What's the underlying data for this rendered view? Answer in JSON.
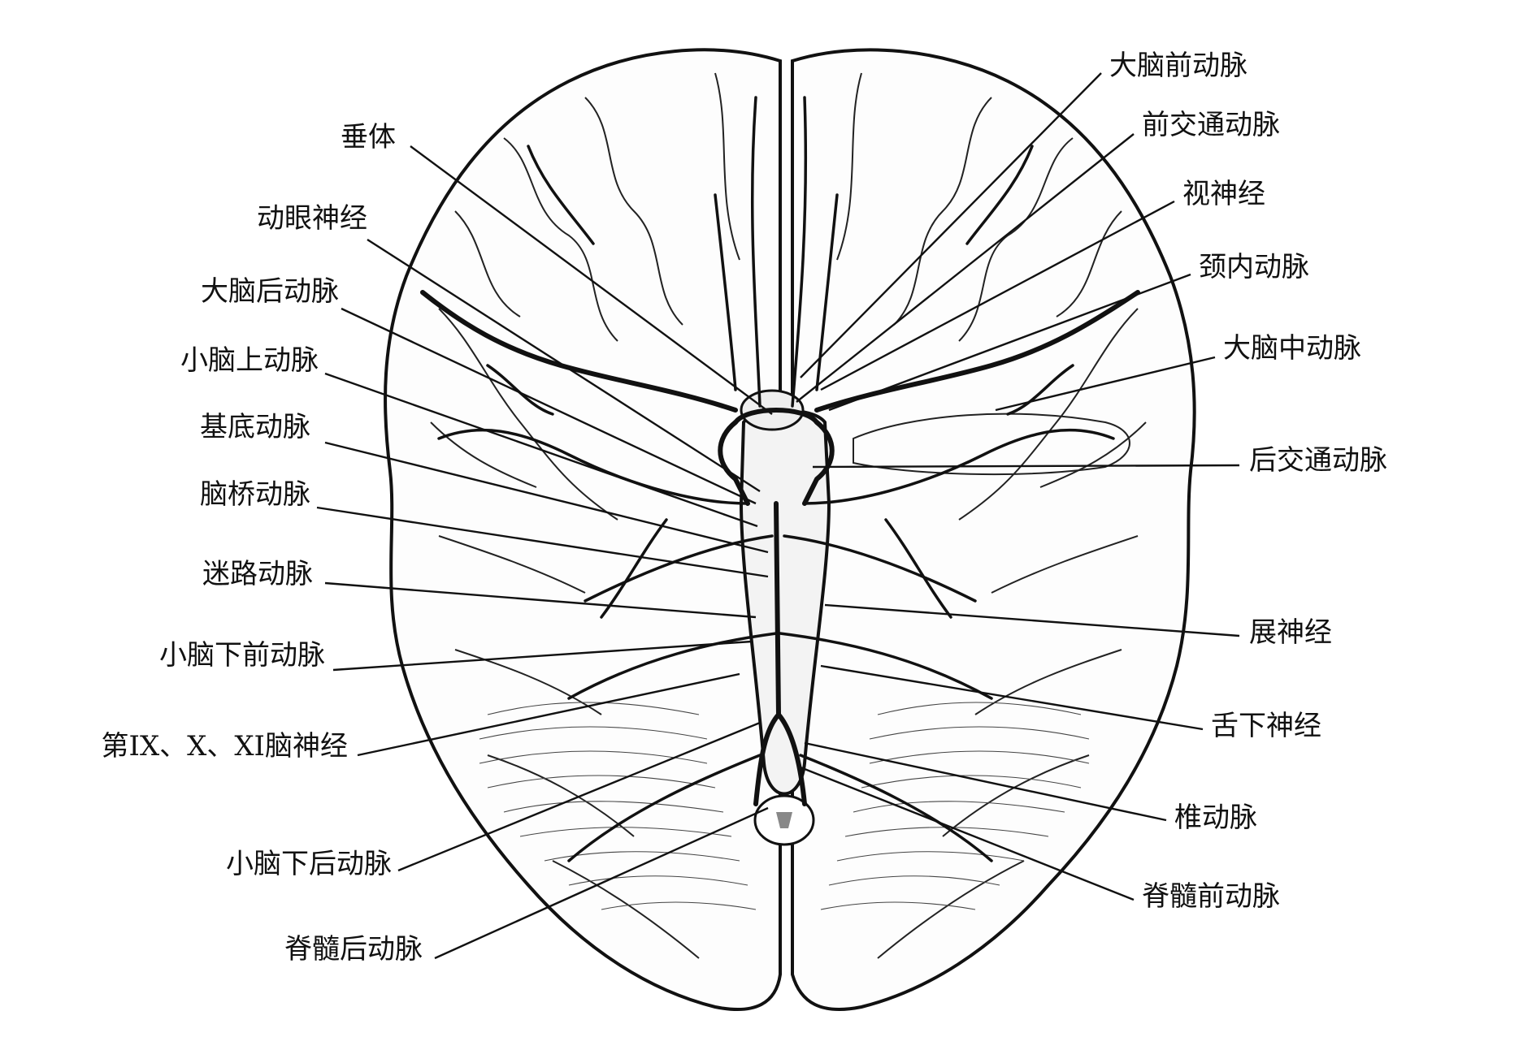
{
  "labels": {
    "chuiti": "垂体",
    "dongyanshenjing": "动眼神经",
    "danaohoudongmai": "大脑后动脉",
    "xiaonaoshangdongmai": "小脑上动脉",
    "jidi_dongmai": "基底动脉",
    "naoqiaodongmai": "脑桥动脉",
    "milu_dongmai": "迷路动脉",
    "xiaonaoxiaqian": "小脑下前动脉",
    "naoshenjing_9_10_11": "第IX、X、XI脑神经",
    "xiaonaoxiahou": "小脑下后动脉",
    "jisuihou": "脊髓后动脉",
    "danaoqian": "大脑前动脉",
    "qianjiaotong": "前交通动脉",
    "shishenjing": "视神经",
    "jingnei": "颈内动脉",
    "danaozhong": "大脑中动脉",
    "houjiaotong": "后交通动脉",
    "zhanshenjing": "展神经",
    "shexiashenjing": "舌下神经",
    "zhuidongmai": "椎动脉",
    "jisuiqian": "脊髓前动脉"
  }
}
